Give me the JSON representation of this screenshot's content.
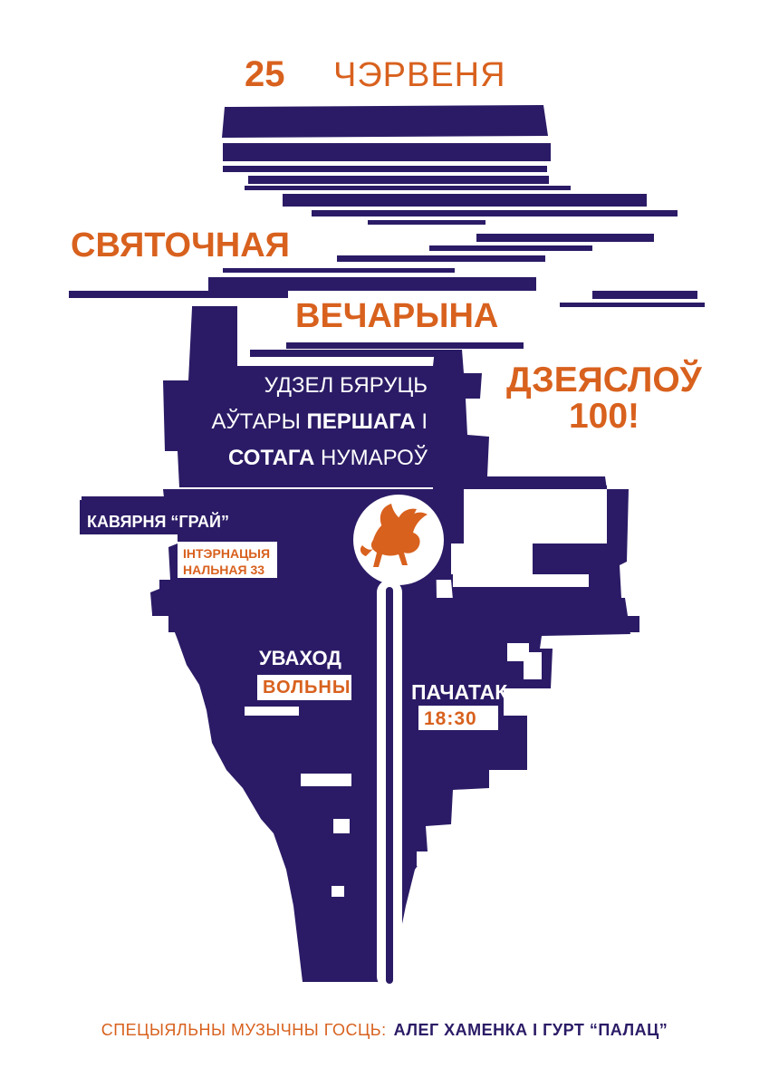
{
  "colors": {
    "accent_orange": "#d8611e",
    "dark_purple": "#2b1b66",
    "background": "#ffffff",
    "badge_white": "#ffffff"
  },
  "header": {
    "date_day": "25",
    "date_month": "ЧЭРВЕНЯ"
  },
  "title": {
    "line1": "СВЯТОЧНАЯ",
    "line2": "ВЕЧАРЫНА"
  },
  "magazine": {
    "name": "ДЗЕЯСЛОЎ",
    "issue": "100!"
  },
  "participants": {
    "line1": "УДЗЕЛ БЯРУЦЬ",
    "line2_pre": "АЎТАРЫ ",
    "line2_bold": "ПЕРШАГА",
    "line2_post": " І",
    "line3_bold": "СОТАГА",
    "line3_post": " НУМАРОЎ"
  },
  "venue": {
    "name": "КАВЯРНЯ “ГРАЙ”",
    "address_line1": "ІНТЭРНАЦЫЯ",
    "address_line2": "НАЛЬНАЯ 33"
  },
  "entry": {
    "label": "УВАХОД",
    "value": "ВОЛЬНЫ"
  },
  "start": {
    "label": "ПАЧАТАК",
    "time": "18:30"
  },
  "footer": {
    "guest_label": "СПЕЦЫЯЛЬНЫ МУЗЫЧНЫ ГОСЦЬ:",
    "guest_name": "АЛЕГ ХАМЕНКА І ГУРТ  “ПАЛАЦ”"
  },
  "logo": {
    "icon": "pegasus-icon"
  }
}
